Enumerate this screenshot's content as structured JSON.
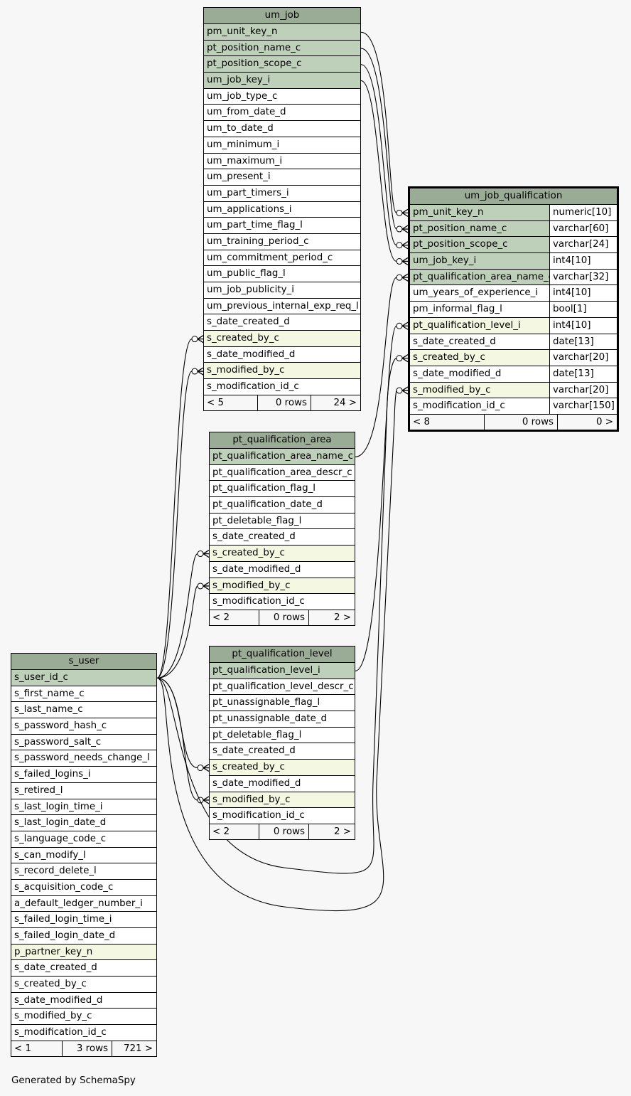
{
  "tables": {
    "um_job": {
      "name": "um_job",
      "columns": [
        {
          "name": "pm_unit_key_n",
          "kind": "pk"
        },
        {
          "name": "pt_position_name_c",
          "kind": "pk"
        },
        {
          "name": "pt_position_scope_c",
          "kind": "pk"
        },
        {
          "name": "um_job_key_i",
          "kind": "pk"
        },
        {
          "name": "um_job_type_c",
          "kind": ""
        },
        {
          "name": "um_from_date_d",
          "kind": ""
        },
        {
          "name": "um_to_date_d",
          "kind": ""
        },
        {
          "name": "um_minimum_i",
          "kind": ""
        },
        {
          "name": "um_maximum_i",
          "kind": ""
        },
        {
          "name": "um_present_i",
          "kind": ""
        },
        {
          "name": "um_part_timers_i",
          "kind": ""
        },
        {
          "name": "um_applications_i",
          "kind": ""
        },
        {
          "name": "um_part_time_flag_l",
          "kind": ""
        },
        {
          "name": "um_training_period_c",
          "kind": ""
        },
        {
          "name": "um_commitment_period_c",
          "kind": ""
        },
        {
          "name": "um_public_flag_l",
          "kind": ""
        },
        {
          "name": "um_job_publicity_i",
          "kind": ""
        },
        {
          "name": "um_previous_internal_exp_req_l",
          "kind": ""
        },
        {
          "name": "s_date_created_d",
          "kind": ""
        },
        {
          "name": "s_created_by_c",
          "kind": "fk"
        },
        {
          "name": "s_date_modified_d",
          "kind": ""
        },
        {
          "name": "s_modified_by_c",
          "kind": "fk"
        },
        {
          "name": "s_modification_id_c",
          "kind": ""
        }
      ],
      "footer": {
        "parents": "< 5",
        "rows": "0 rows",
        "children": "24 >"
      }
    },
    "um_job_qualification": {
      "name": "um_job_qualification",
      "columns": [
        {
          "name": "pm_unit_key_n",
          "kind": "pk",
          "type": "numeric[10]"
        },
        {
          "name": "pt_position_name_c",
          "kind": "pk",
          "type": "varchar[60]"
        },
        {
          "name": "pt_position_scope_c",
          "kind": "pk",
          "type": "varchar[24]"
        },
        {
          "name": "um_job_key_i",
          "kind": "pk",
          "type": "int4[10]"
        },
        {
          "name": "pt_qualification_area_name_c",
          "kind": "pk",
          "type": "varchar[32]"
        },
        {
          "name": "um_years_of_experience_i",
          "kind": "",
          "type": "int4[10]"
        },
        {
          "name": "pm_informal_flag_l",
          "kind": "",
          "type": "bool[1]"
        },
        {
          "name": "pt_qualification_level_i",
          "kind": "fk",
          "type": "int4[10]"
        },
        {
          "name": "s_date_created_d",
          "kind": "",
          "type": "date[13]"
        },
        {
          "name": "s_created_by_c",
          "kind": "fk",
          "type": "varchar[20]"
        },
        {
          "name": "s_date_modified_d",
          "kind": "",
          "type": "date[13]"
        },
        {
          "name": "s_modified_by_c",
          "kind": "fk",
          "type": "varchar[20]"
        },
        {
          "name": "s_modification_id_c",
          "kind": "",
          "type": "varchar[150]"
        }
      ],
      "footer": {
        "parents": "< 8",
        "rows": "0 rows",
        "children": "0 >"
      }
    },
    "pt_qualification_area": {
      "name": "pt_qualification_area",
      "columns": [
        {
          "name": "pt_qualification_area_name_c",
          "kind": "pk"
        },
        {
          "name": "pt_qualification_area_descr_c",
          "kind": ""
        },
        {
          "name": "pt_qualification_flag_l",
          "kind": ""
        },
        {
          "name": "pt_qualification_date_d",
          "kind": ""
        },
        {
          "name": "pt_deletable_flag_l",
          "kind": ""
        },
        {
          "name": "s_date_created_d",
          "kind": ""
        },
        {
          "name": "s_created_by_c",
          "kind": "fk"
        },
        {
          "name": "s_date_modified_d",
          "kind": ""
        },
        {
          "name": "s_modified_by_c",
          "kind": "fk"
        },
        {
          "name": "s_modification_id_c",
          "kind": ""
        }
      ],
      "footer": {
        "parents": "< 2",
        "rows": "0 rows",
        "children": "2 >"
      }
    },
    "pt_qualification_level": {
      "name": "pt_qualification_level",
      "columns": [
        {
          "name": "pt_qualification_level_i",
          "kind": "pk"
        },
        {
          "name": "pt_qualification_level_descr_c",
          "kind": ""
        },
        {
          "name": "pt_unassignable_flag_l",
          "kind": ""
        },
        {
          "name": "pt_unassignable_date_d",
          "kind": ""
        },
        {
          "name": "pt_deletable_flag_l",
          "kind": ""
        },
        {
          "name": "s_date_created_d",
          "kind": ""
        },
        {
          "name": "s_created_by_c",
          "kind": "fk"
        },
        {
          "name": "s_date_modified_d",
          "kind": ""
        },
        {
          "name": "s_modified_by_c",
          "kind": "fk"
        },
        {
          "name": "s_modification_id_c",
          "kind": ""
        }
      ],
      "footer": {
        "parents": "< 2",
        "rows": "0 rows",
        "children": "2 >"
      }
    },
    "s_user": {
      "name": "s_user",
      "columns": [
        {
          "name": "s_user_id_c",
          "kind": "pk"
        },
        {
          "name": "s_first_name_c",
          "kind": ""
        },
        {
          "name": "s_last_name_c",
          "kind": ""
        },
        {
          "name": "s_password_hash_c",
          "kind": ""
        },
        {
          "name": "s_password_salt_c",
          "kind": ""
        },
        {
          "name": "s_password_needs_change_l",
          "kind": ""
        },
        {
          "name": "s_failed_logins_i",
          "kind": ""
        },
        {
          "name": "s_retired_l",
          "kind": ""
        },
        {
          "name": "s_last_login_time_i",
          "kind": ""
        },
        {
          "name": "s_last_login_date_d",
          "kind": ""
        },
        {
          "name": "s_language_code_c",
          "kind": ""
        },
        {
          "name": "s_can_modify_l",
          "kind": ""
        },
        {
          "name": "s_record_delete_l",
          "kind": ""
        },
        {
          "name": "s_acquisition_code_c",
          "kind": ""
        },
        {
          "name": "a_default_ledger_number_i",
          "kind": ""
        },
        {
          "name": "s_failed_login_time_i",
          "kind": ""
        },
        {
          "name": "s_failed_login_date_d",
          "kind": ""
        },
        {
          "name": "p_partner_key_n",
          "kind": "fk"
        },
        {
          "name": "s_date_created_d",
          "kind": ""
        },
        {
          "name": "s_created_by_c",
          "kind": ""
        },
        {
          "name": "s_date_modified_d",
          "kind": ""
        },
        {
          "name": "s_modified_by_c",
          "kind": ""
        },
        {
          "name": "s_modification_id_c",
          "kind": ""
        }
      ],
      "footer": {
        "parents": "< 1",
        "rows": "3 rows",
        "children": "721 >"
      }
    }
  },
  "relationships": [
    {
      "from": "um_job.pm_unit_key_n",
      "to": "um_job_qualification.pm_unit_key_n"
    },
    {
      "from": "um_job.pt_position_name_c",
      "to": "um_job_qualification.pt_position_name_c"
    },
    {
      "from": "um_job.pt_position_scope_c",
      "to": "um_job_qualification.pt_position_scope_c"
    },
    {
      "from": "um_job.um_job_key_i",
      "to": "um_job_qualification.um_job_key_i"
    },
    {
      "from": "pt_qualification_area.pt_qualification_area_name_c",
      "to": "um_job_qualification.pt_qualification_area_name_c"
    },
    {
      "from": "pt_qualification_level.pt_qualification_level_i",
      "to": "um_job_qualification.pt_qualification_level_i"
    },
    {
      "from": "s_user.s_user_id_c",
      "to": "um_job.s_created_by_c"
    },
    {
      "from": "s_user.s_user_id_c",
      "to": "um_job.s_modified_by_c"
    },
    {
      "from": "s_user.s_user_id_c",
      "to": "pt_qualification_area.s_created_by_c"
    },
    {
      "from": "s_user.s_user_id_c",
      "to": "pt_qualification_area.s_modified_by_c"
    },
    {
      "from": "s_user.s_user_id_c",
      "to": "pt_qualification_level.s_created_by_c"
    },
    {
      "from": "s_user.s_user_id_c",
      "to": "pt_qualification_level.s_modified_by_c"
    },
    {
      "from": "s_user.s_user_id_c",
      "to": "um_job_qualification.s_created_by_c"
    },
    {
      "from": "s_user.s_user_id_c",
      "to": "um_job_qualification.s_modified_by_c"
    }
  ],
  "generated_by": "Generated by SchemaSpy"
}
